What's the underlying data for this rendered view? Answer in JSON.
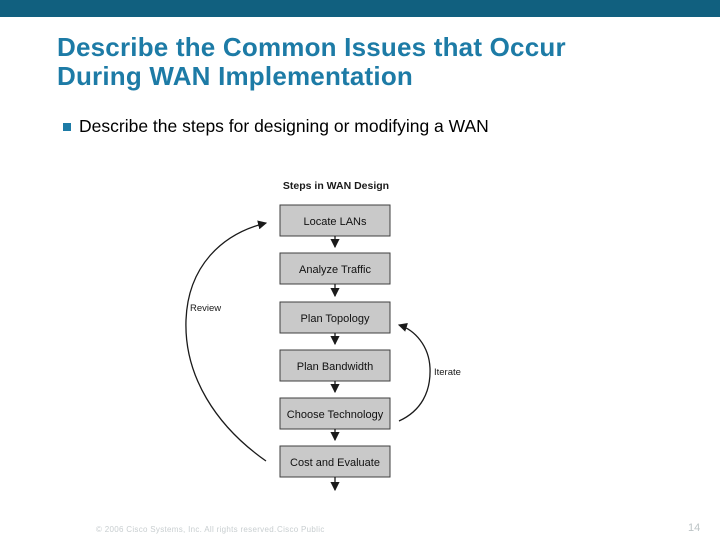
{
  "slide": {
    "title_line1": "Describe the Common Issues that Occur",
    "title_line2": "During WAN Implementation",
    "bullet": "Describe the steps for designing or modifying a WAN"
  },
  "diagram": {
    "title": "Steps in WAN Design",
    "steps": [
      "Locate LANs",
      "Analyze Traffic",
      "Plan Topology",
      "Plan Bandwidth",
      "Choose Technology",
      "Cost and Evaluate"
    ],
    "loop_labels": {
      "left": "Review",
      "right": "Iterate"
    }
  },
  "footer": {
    "copyright": "© 2006 Cisco Systems, Inc. All rights reserved.",
    "classification": "Cisco Public",
    "page_number": "14"
  },
  "colors": {
    "header_bar": "#11607f",
    "title_text": "#1d7ba6",
    "box_fill": "#c9c9c9",
    "box_border": "#3f3f3f",
    "footer_text": "#c8ced0"
  }
}
